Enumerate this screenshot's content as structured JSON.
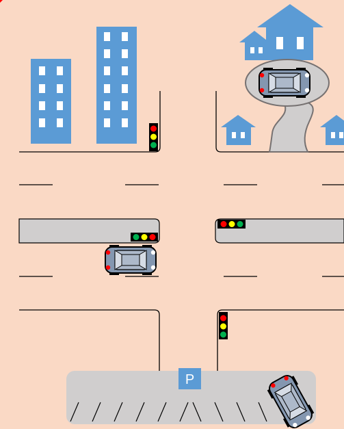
{
  "scene": {
    "colors": {
      "ground": "#fad9c5",
      "road_line": "#000000",
      "building": "#5b9bd5",
      "window": "#ffffff",
      "median": "#d0cece",
      "car_body": "#8497b0",
      "car_window": "#d6dce5",
      "light_red": "#ff0000",
      "light_yellow": "#ffff00",
      "light_green": "#00b050",
      "housing": "#000000"
    },
    "parking_sign": {
      "label": "P",
      "icon": "parking-sign-icon"
    },
    "traffic_lights": [
      {
        "id": "top-left",
        "orientation": "vertical",
        "active": [
          "red",
          "yellow",
          "green"
        ]
      },
      {
        "id": "middle-left",
        "orientation": "horizontal",
        "active": [
          "green",
          "yellow",
          "red"
        ]
      },
      {
        "id": "middle-right",
        "orientation": "horizontal",
        "active": [
          "red",
          "yellow",
          "green"
        ]
      },
      {
        "id": "bottom",
        "orientation": "vertical",
        "active": [
          "red",
          "yellow",
          "green"
        ]
      }
    ],
    "cars": [
      "car-top-right",
      "car-middle-left",
      "car-parking-lot"
    ],
    "buildings": [
      "tall-building-left",
      "tall-building-right",
      "house-large",
      "house-small-top",
      "house-small-left",
      "house-small-right"
    ]
  }
}
